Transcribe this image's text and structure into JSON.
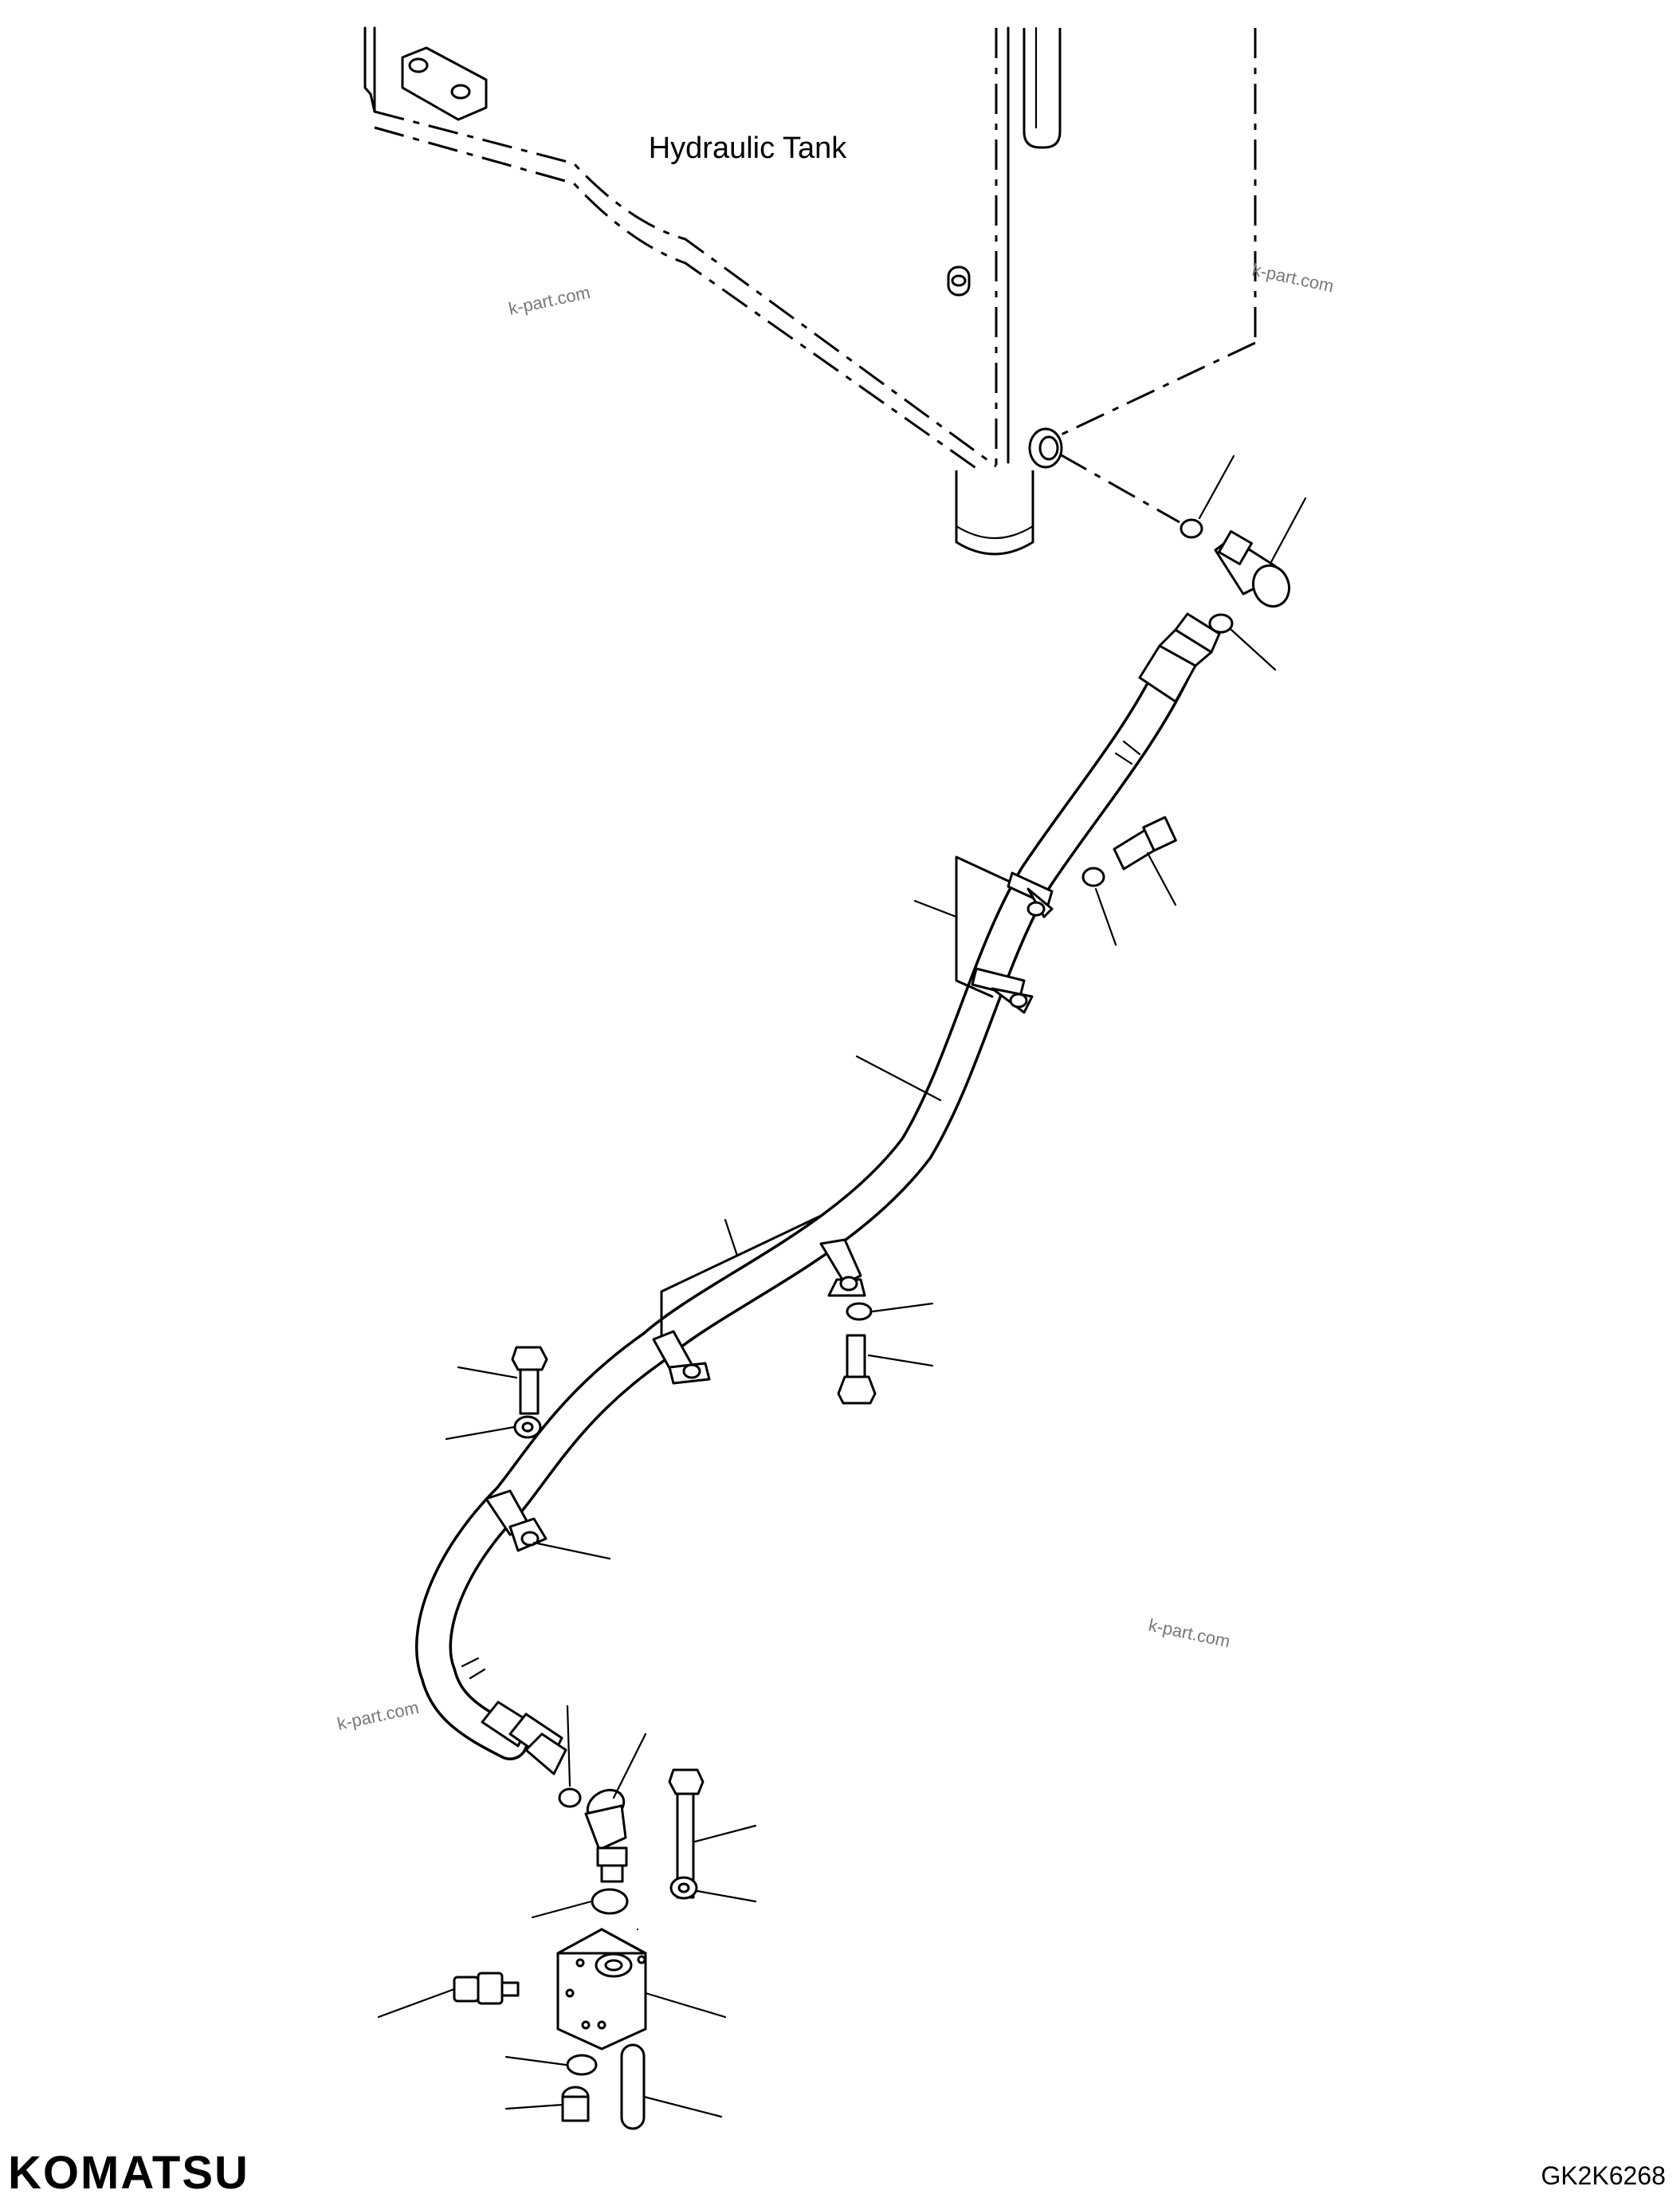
{
  "diagram": {
    "tank_label": "Hydraulic Tank",
    "watermarks": [
      "k-part.com",
      "k-part.com",
      "k-part.com",
      "k-part.com"
    ],
    "brand": "KOMATSU",
    "drawing_code": "GK2K6268"
  }
}
